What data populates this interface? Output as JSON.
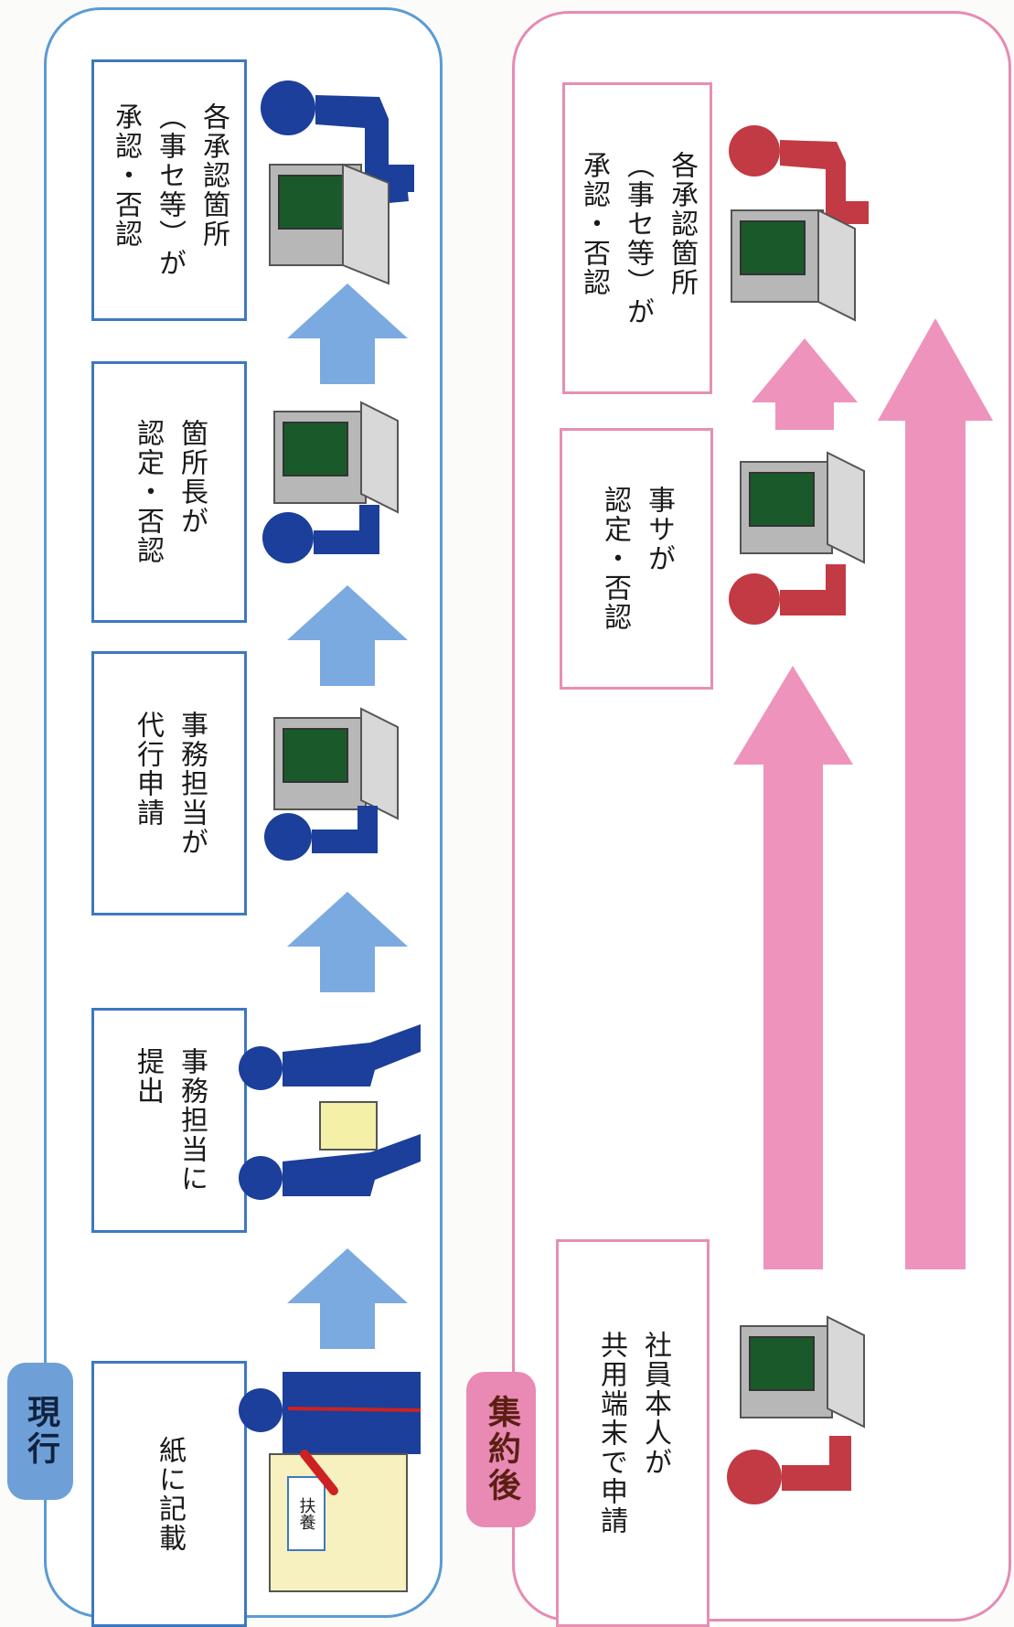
{
  "current": {
    "tag": "現行",
    "steps": [
      "各承認箇所\n（事セ等）が\n承認・否認",
      "箇所長が\n認定・否認",
      "事務担当が\n代行申請",
      "事務担当に\n提出",
      "紙に記載"
    ],
    "stamp": "扶養"
  },
  "after": {
    "tag": "集約後",
    "steps": [
      "各承認箇所\n（事セ等）が\n承認・否認",
      "事サが\n認定・否認",
      "社員本人が\n共用端末で申請"
    ]
  },
  "colors": {
    "current_figure": "#1b3f9a",
    "current_arrow": "#7aaae0",
    "after_figure": "#c23a44",
    "after_arrow": "#ee93bc"
  }
}
